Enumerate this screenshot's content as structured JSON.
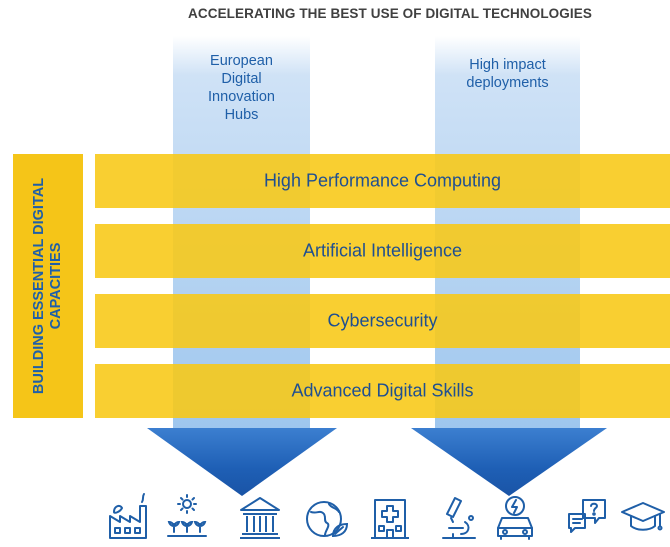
{
  "header": {
    "title": "ACCELERATING THE BEST USE OF DIGITAL TECHNOLOGIES"
  },
  "columns": [
    {
      "label": "European Digital Innovation Hubs"
    },
    {
      "label": "High impact deployments"
    }
  ],
  "side": {
    "label": "BUILDING ESSENTIAL DIGITAL CAPACITIES"
  },
  "bands": [
    {
      "label": "High Performance Computing"
    },
    {
      "label": "Artificial Intelligence"
    },
    {
      "label": "Cybersecurity"
    },
    {
      "label": "Advanced Digital Skills"
    }
  ],
  "icons": [
    "factory-icon",
    "agriculture-icon",
    "government-building-icon",
    "globe-leaf-icon",
    "hospital-icon",
    "microscope-icon",
    "electric-car-icon",
    "chat-bubbles-icon",
    "graduation-cap-icon"
  ],
  "colors": {
    "yellow": "#f5c518",
    "blue_text": "#1f5fa8",
    "arrow_blue": "#1e5fb5",
    "column_blue": "#9ec6ee"
  }
}
